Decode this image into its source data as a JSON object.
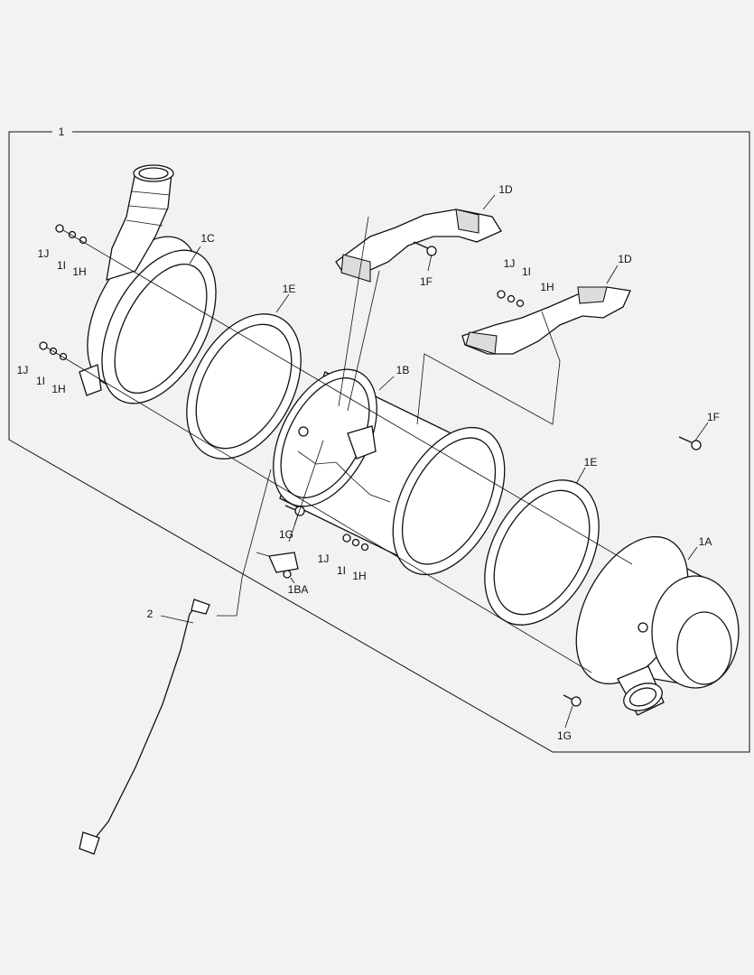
{
  "callouts": {
    "assembly": "1",
    "clamp_lead": "2",
    "c1A": "1A",
    "c1B": "1B",
    "c1BA": "1BA",
    "c1C": "1C",
    "c1D_top": "1D",
    "c1D_right": "1D",
    "c1E_left": "1E",
    "c1E_right": "1E",
    "c1F_top": "1F",
    "c1F_right": "1F",
    "c1G_mid": "1G",
    "c1G_bottom": "1G",
    "c1H_a": "1H",
    "c1H_b": "1H",
    "c1H_c": "1H",
    "c1H_d": "1H",
    "c1I_a": "1I",
    "c1I_b": "1I",
    "c1I_c": "1I",
    "c1I_d": "1I",
    "c1J_a": "1J",
    "c1J_b": "1J",
    "c1J_c": "1J",
    "c1J_d": "1J"
  }
}
